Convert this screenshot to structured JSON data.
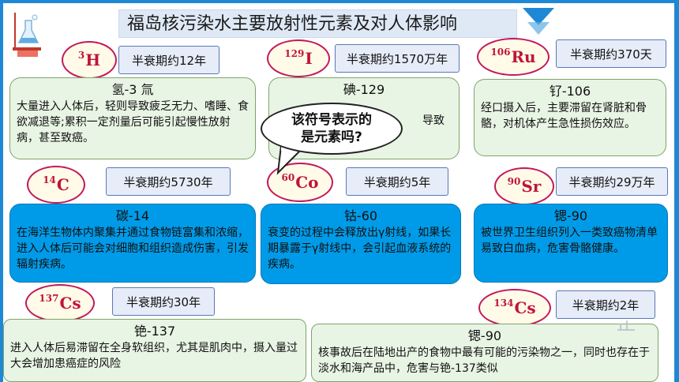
{
  "title": "福岛核污染水主要放射性元素及对人体影响",
  "bubble": {
    "line1": "该符号表示的",
    "line2": "是元素吗?"
  },
  "elements": [
    {
      "mass": "3",
      "symbol": "H",
      "half_life": "半衰期约12年",
      "name": "氢-3 氚",
      "desc": "大量进入人体后，轻则导致疲乏无力、嗜睡、食欲减退等;累积一定剂量后可能引起慢性放射病，甚至致癌。"
    },
    {
      "mass": "129",
      "symbol": "I",
      "half_life": "半衰期约1570万年",
      "name": "碘-129",
      "desc": "导致"
    },
    {
      "mass": "106",
      "symbol": "Ru",
      "half_life": "半衰期约370天",
      "name": "钌-106",
      "desc": "经口摄入后，主要滞留在肾脏和骨骼，对机体产生急性损伤效应。"
    },
    {
      "mass": "14",
      "symbol": "C",
      "half_life": "半衰期约5730年",
      "name": "碳-14",
      "desc": "在海洋生物体内聚集并通过食物链富集和浓缩，进入人体后可能会对细胞和组织造成伤害，引发辐射疾病。"
    },
    {
      "mass": "60",
      "symbol": "Co",
      "half_life": "半衰期约5年",
      "name": "钴-60",
      "desc": "衰变的过程中会释放出γ射线，如果长期暴露于γ射线中，会引起血液系统的疾病。"
    },
    {
      "mass": "90",
      "symbol": "Sr",
      "half_life": "半衰期约29万年",
      "name": "锶-90",
      "desc": "被世界卫生组织列入一类致癌物清单易致白血病，危害骨骼健康。"
    },
    {
      "mass": "137",
      "symbol": "Cs",
      "half_life": "半衰期约30年",
      "name": "铯-137",
      "desc": "进入人体后易滞留在全身软组织，尤其是肌肉中，摄入量过大会增加患癌症的风险"
    },
    {
      "mass": "134",
      "symbol": "Cs",
      "half_life": "半衰期约2年",
      "name": "锶-90",
      "desc": "核事故后在陆地出产的食物中最有可能的污染物之一，同时也存在于淡水和海产品中，危害与铯-137类似"
    }
  ],
  "colors": {
    "accent": "#1e88d6",
    "symbol_red": "#c0143c",
    "card_green": "#e8f4e4",
    "card_blue": "#009be8"
  }
}
